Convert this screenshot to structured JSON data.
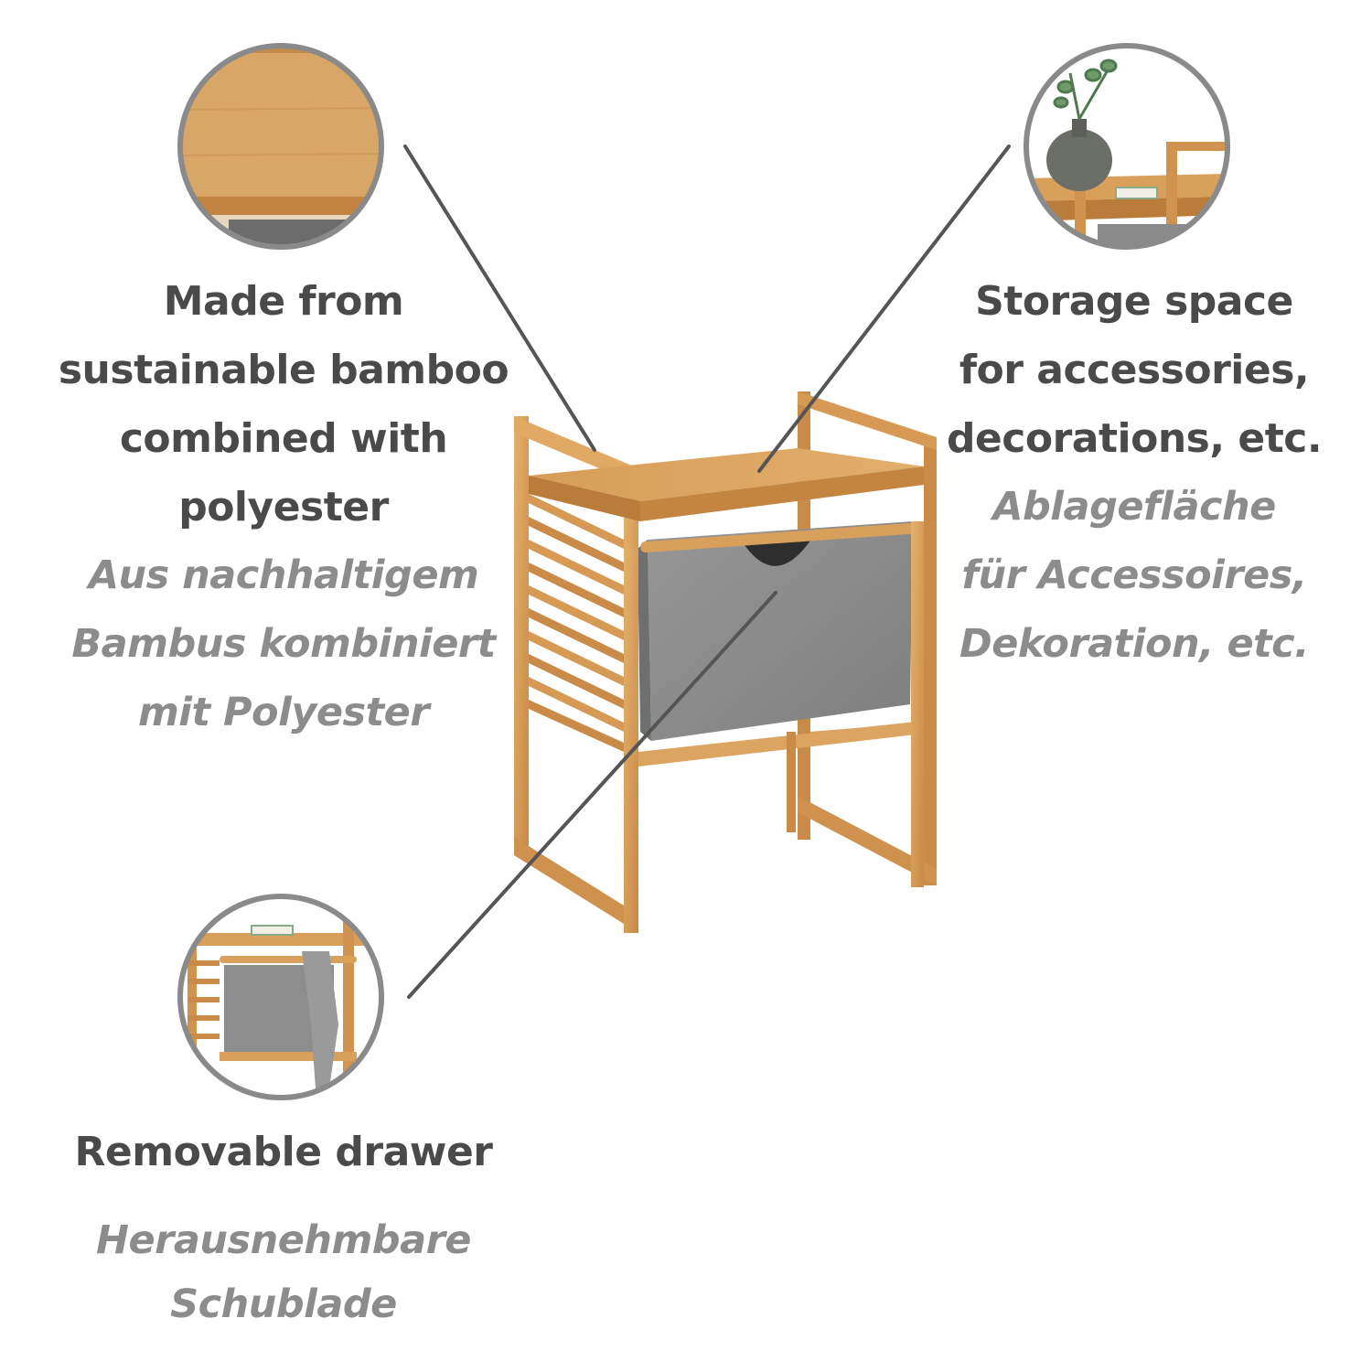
{
  "features": {
    "material": {
      "en_lines": [
        "Made from",
        "sustainable bamboo",
        "combined with",
        "polyester"
      ],
      "de_lines": [
        "Aus nachhaltigem",
        "Bambus kombiniert",
        "mit Polyester"
      ]
    },
    "storage": {
      "en_lines": [
        "Storage space",
        "for accessories,",
        "decorations, etc."
      ],
      "de_lines": [
        "Ablagefläche",
        "für Accessoires,",
        "Dekoration, etc."
      ]
    },
    "drawer": {
      "en_lines": [
        "Removable drawer"
      ],
      "de_lines": [
        "Herausnehmbare",
        "Schublade"
      ]
    }
  },
  "colors": {
    "english_text": "#4a4a4a",
    "german_text": "#8c8c8c",
    "callout_line": "#555555",
    "circle_border": "#8a8a8a",
    "bamboo": "#d9a05b",
    "bamboo_dark": "#b97c3a",
    "fabric": "#8d8d8d"
  }
}
